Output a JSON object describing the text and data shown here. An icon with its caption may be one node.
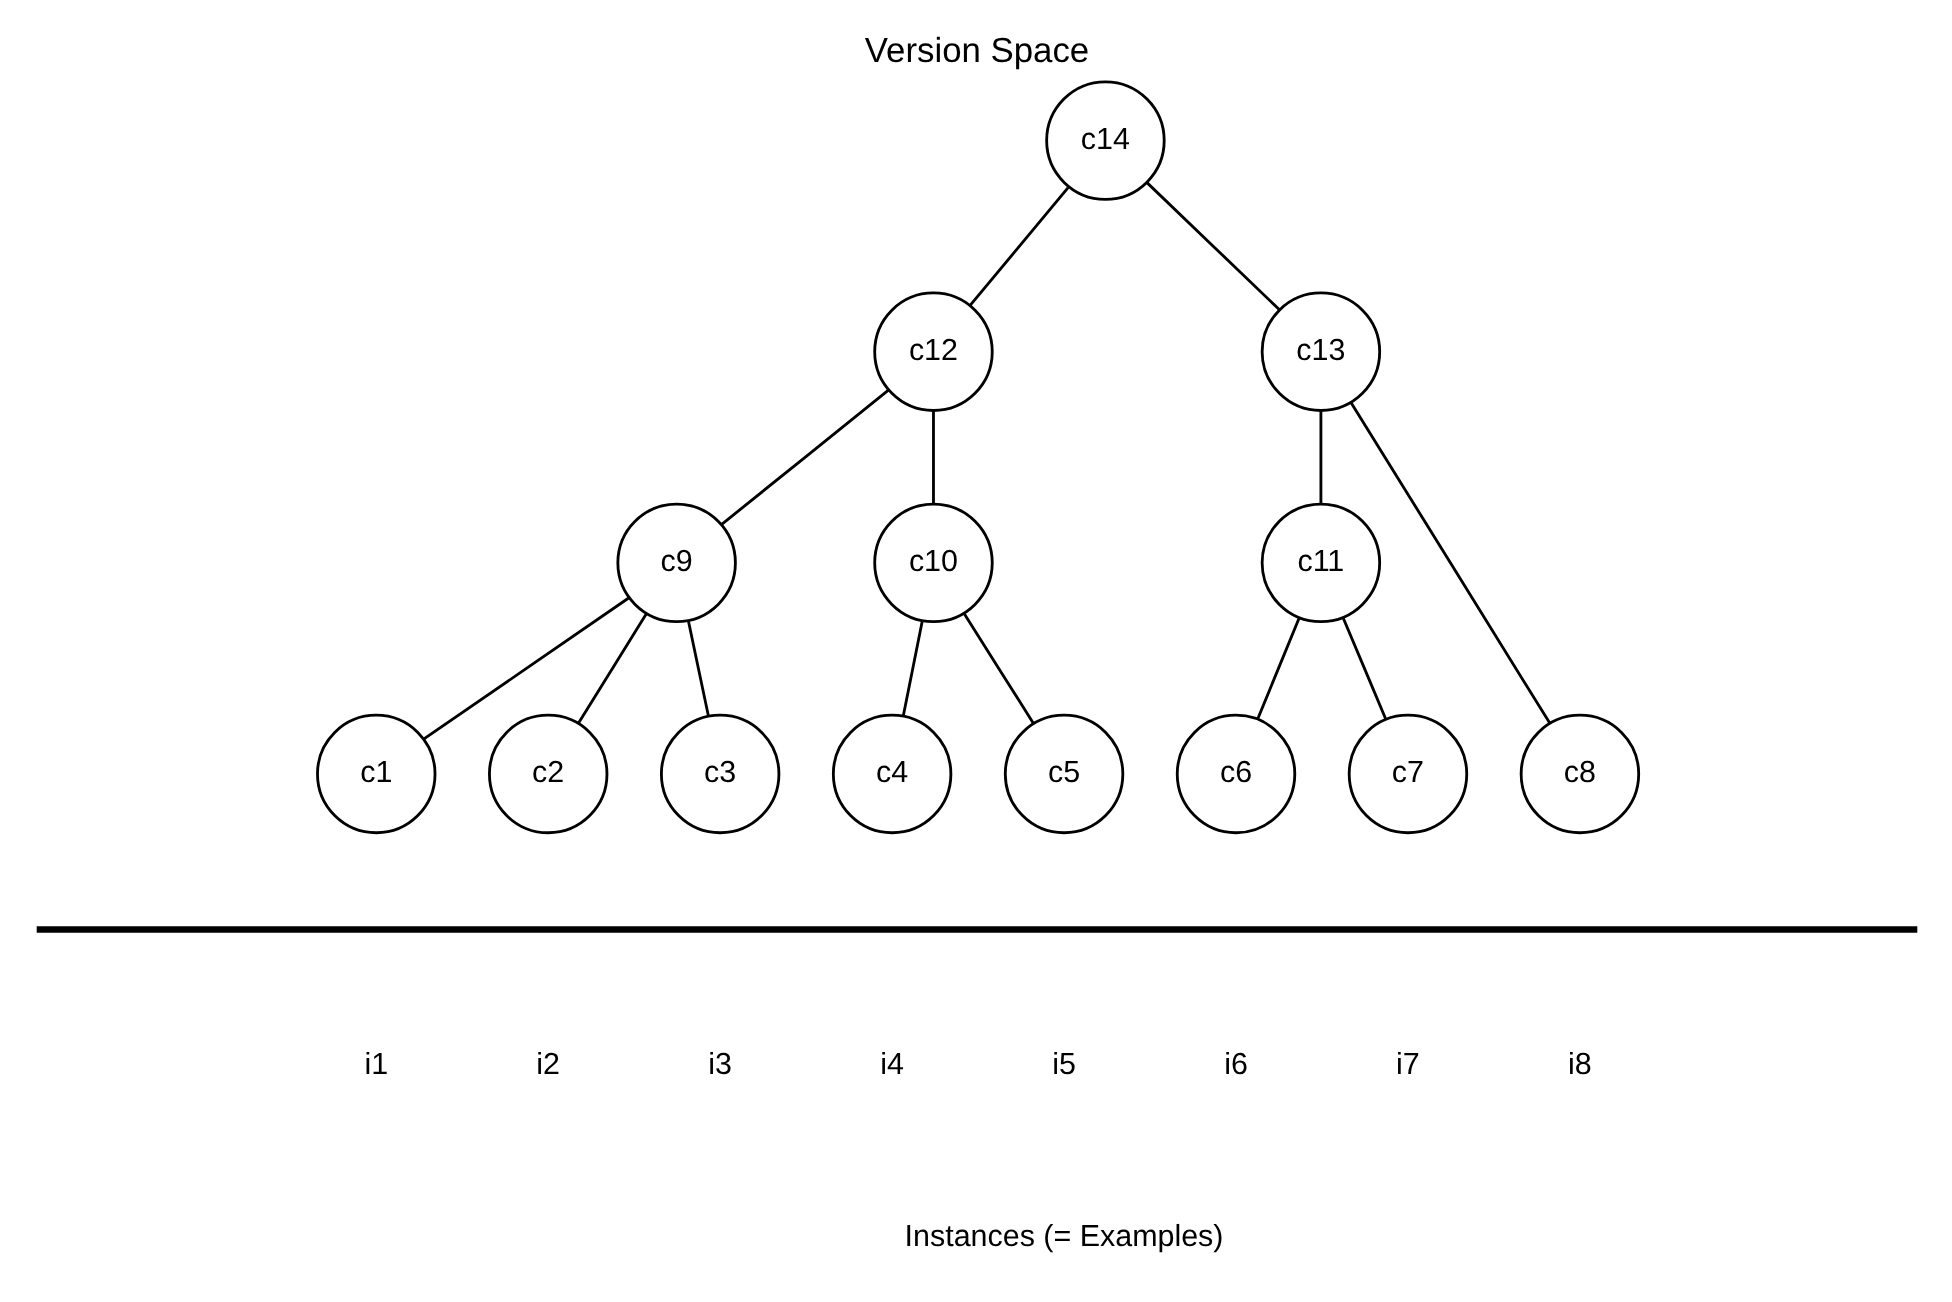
{
  "diagram": {
    "title": "Version Space",
    "caption": "Instances (= Examples)",
    "nodes": [
      {
        "text": [
          "c14"
        ]
      },
      {
        "text": [
          "c12"
        ]
      },
      {
        "text": [
          "c13"
        ]
      },
      {
        "text": [
          "c9"
        ]
      },
      {
        "text": [
          "c10"
        ]
      },
      {
        "text": [
          "c11"
        ]
      },
      {
        "text": [
          "c1"
        ]
      },
      {
        "text": [
          "c2"
        ]
      },
      {
        "text": [
          "c3"
        ]
      },
      {
        "text": [
          "c4"
        ]
      },
      {
        "text": [
          "c5"
        ]
      },
      {
        "text": [
          "c6"
        ]
      },
      {
        "text": [
          "c7"
        ]
      },
      {
        "text": [
          "c8"
        ]
      }
    ],
    "edges": [
      {
        "from": 0,
        "to": 1,
        "arrow": "none"
      },
      {
        "from": 0,
        "to": 2,
        "arrow": "none"
      },
      {
        "from": 1,
        "to": 3,
        "arrow": "none"
      },
      {
        "from": 1,
        "to": 4,
        "arrow": "none"
      },
      {
        "from": 2,
        "to": 5,
        "arrow": "none"
      },
      {
        "from": 2,
        "to": 13,
        "arrow": "none"
      },
      {
        "from": 3,
        "to": 6,
        "arrow": "none"
      },
      {
        "from": 3,
        "to": 7,
        "arrow": "none"
      },
      {
        "from": 3,
        "to": 8,
        "arrow": "none"
      },
      {
        "from": 4,
        "to": 9,
        "arrow": "none"
      },
      {
        "from": 4,
        "to": 10,
        "arrow": "none"
      },
      {
        "from": 5,
        "to": 11,
        "arrow": "none"
      },
      {
        "from": 5,
        "to": 12,
        "arrow": "none"
      }
    ],
    "labels": [
      "i1",
      "i2",
      "i3",
      "i4",
      "i5",
      "i6",
      "i7",
      "i8"
    ]
  }
}
